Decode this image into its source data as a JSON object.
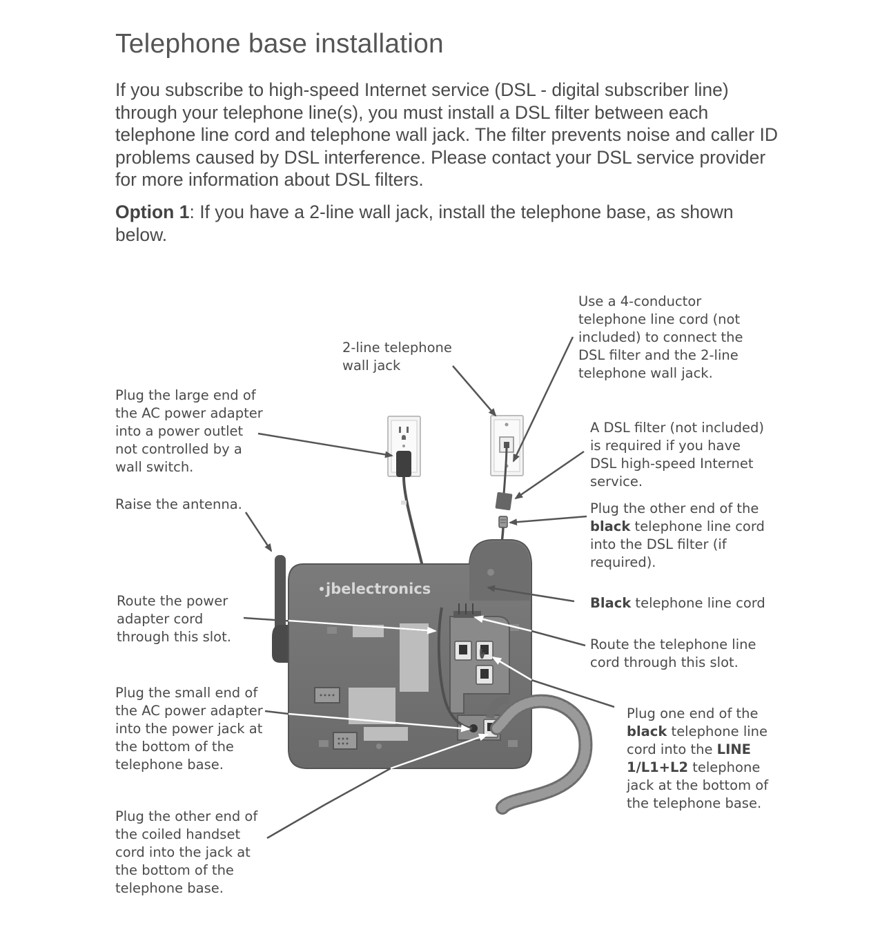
{
  "title": "Telephone base installation",
  "intro": "If you subscribe to high-speed Internet service (DSL - digital subscriber line) through your telephone line(s), you must install a DSL filter between each telephone line cord and telephone wall jack. The filter prevents noise and caller ID problems caused by DSL interference. Please contact your DSL service provider for more information about DSL filters.",
  "option": {
    "label": "Option 1",
    "text": ": If you have a 2-line wall jack, install the telephone base, as shown below."
  },
  "device": {
    "brand": "jbelectronics"
  },
  "callouts": {
    "ac_outlet": "Plug the large end of the AC power adapter into a power outlet not controlled by a wall switch.",
    "antenna": "Raise the antenna.",
    "power_slot": "Route the power adapter cord through this slot.",
    "power_jack": "Plug the small end of the AC power adapter into the power jack at the bottom of the telephone base.",
    "handset_jack": "Plug the other end of the coiled handset cord into the jack at the bottom of the telephone base.",
    "wall_jack": "2-line telephone wall jack",
    "four_conductor": "Use a 4-conductor telephone line cord (not included) to connect the DSL filter and the 2-line telephone wall jack.",
    "dsl_filter": "A DSL filter (not included) is required if you have DSL high-speed Internet service.",
    "other_end": {
      "pre": "Plug the other end of the ",
      "bold": "black",
      "post": " telephone line cord into the DSL filter (if required)."
    },
    "black_cord": {
      "bold": "Black",
      "post": " telephone line cord"
    },
    "line_slot": "Route the telephone line cord through this slot.",
    "line_jack": {
      "pre": "Plug one end of the ",
      "bold": "black",
      "mid": " telephone line cord into the ",
      "bold2": "LINE 1/L1+L2",
      "post": " telephone jack at the bottom of the telephone base."
    }
  }
}
